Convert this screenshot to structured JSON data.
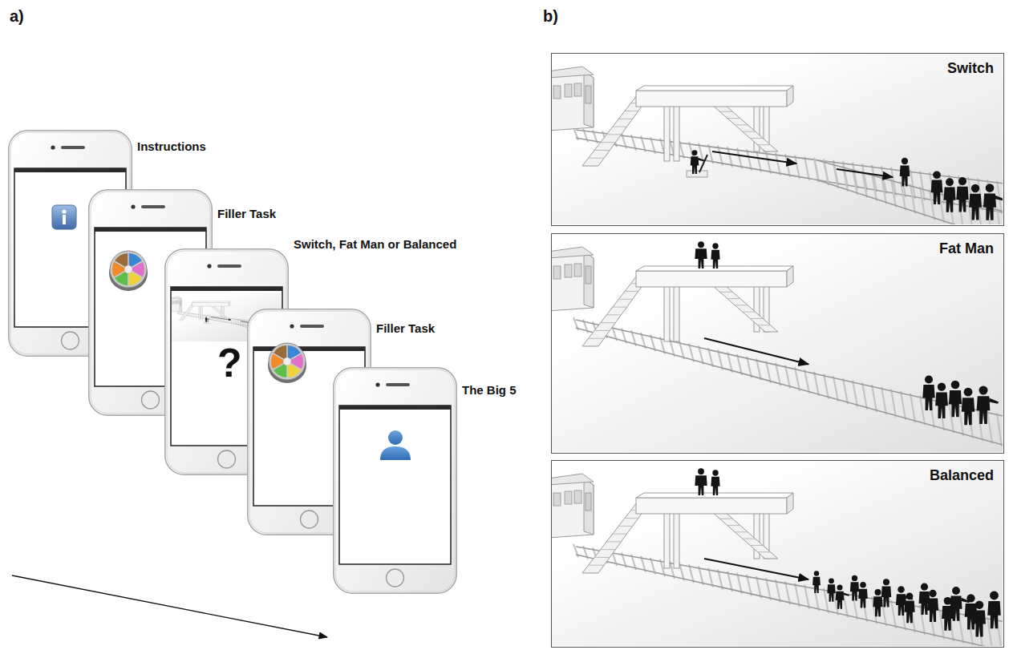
{
  "diagram": {
    "nodes": [
      {
        "text": [
          "Instructions"
        ]
      },
      {
        "text": [
          "Filler Task"
        ]
      },
      {
        "text": [
          "Switch, Fat Man or Balanced",
          "?"
        ]
      },
      {
        "text": [
          "Filler Task"
        ]
      },
      {
        "text": [
          "The Big 5"
        ]
      },
      {
        "text": [
          "Switch"
        ]
      },
      {
        "text": [
          "Fat Man"
        ]
      },
      {
        "text": [
          "Balanced"
        ]
      }
    ],
    "labels": [
      "a)",
      "b)"
    ]
  }
}
